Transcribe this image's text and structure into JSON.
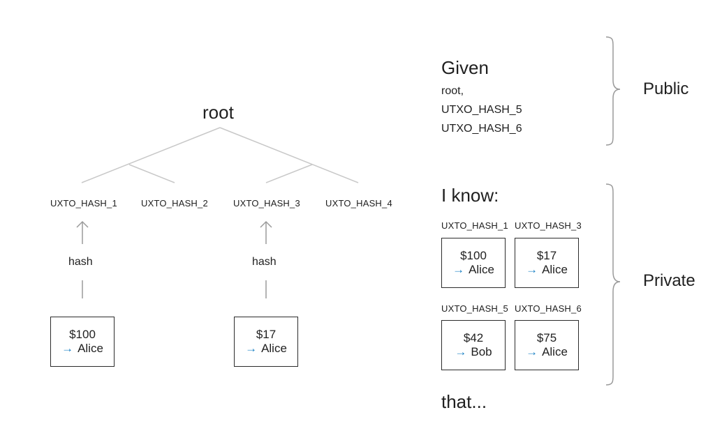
{
  "tree": {
    "root_label": "root",
    "leaves": [
      "UXTO_HASH_1",
      "UXTO_HASH_2",
      "UXTO_HASH_3",
      "UXTO_HASH_4"
    ],
    "hash_label": "hash",
    "utxos": [
      {
        "amount": "$100",
        "owner": "Alice"
      },
      {
        "amount": "$17",
        "owner": "Alice"
      }
    ]
  },
  "given": {
    "heading": "Given",
    "items": [
      "root,",
      "UTXO_HASH_5",
      "UTXO_HASH_6"
    ]
  },
  "know": {
    "heading": "I know:",
    "cards": [
      {
        "hash": "UXTO_HASH_1",
        "amount": "$100",
        "owner": "Alice"
      },
      {
        "hash": "UXTO_HASH_3",
        "amount": "$17",
        "owner": "Alice"
      },
      {
        "hash": "UXTO_HASH_5",
        "amount": "$42",
        "owner": "Bob"
      },
      {
        "hash": "UXTO_HASH_6",
        "amount": "$75",
        "owner": "Alice"
      }
    ],
    "footer": "that..."
  },
  "labels": {
    "public": "Public",
    "private": "Private"
  },
  "colors": {
    "arrow": "#1a80c4",
    "line": "#c8c8c8",
    "brace": "#9a9a9a"
  },
  "icons": {
    "owner_arrow": "→"
  }
}
